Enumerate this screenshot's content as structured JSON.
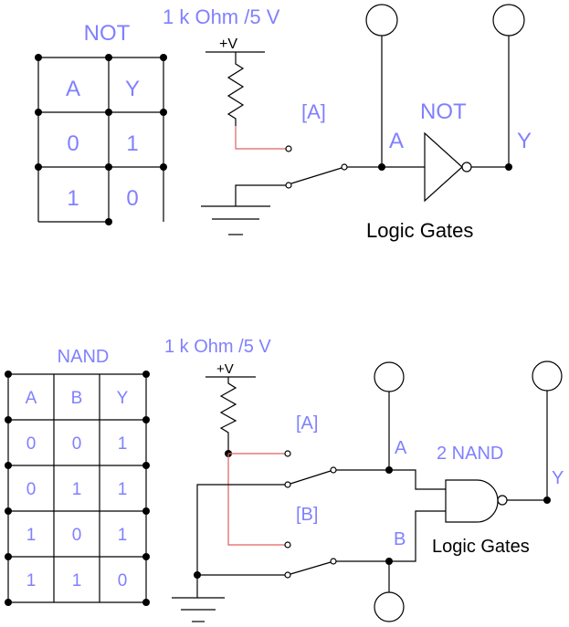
{
  "colors": {
    "label": "#8080ff",
    "wire": "#000000",
    "resistor_lead": "#e06060"
  },
  "not_circuit": {
    "table_title": "NOT",
    "table": {
      "headers": [
        "A",
        "Y"
      ],
      "rows": [
        [
          "0",
          "1"
        ],
        [
          "1",
          "0"
        ]
      ]
    },
    "resistor_label": "1 k Ohm /5 V",
    "supply_label": "+V",
    "switch_label": "[A]",
    "gate_label": "NOT",
    "input_label": "A",
    "output_label": "Y",
    "library_label": "Logic Gates"
  },
  "nand_circuit": {
    "table_title": "NAND",
    "table": {
      "headers": [
        "A",
        "B",
        "Y"
      ],
      "rows": [
        [
          "0",
          "0",
          "1"
        ],
        [
          "0",
          "1",
          "1"
        ],
        [
          "1",
          "0",
          "1"
        ],
        [
          "1",
          "1",
          "0"
        ]
      ]
    },
    "resistor_label": "1 k Ohm /5 V",
    "supply_label": "+V",
    "switch_a_label": "[A]",
    "switch_b_label": "[B]",
    "gate_label": "2 NAND",
    "input_a_label": "A",
    "input_b_label": "B",
    "output_label": "Y",
    "library_label": "Logic Gates"
  }
}
